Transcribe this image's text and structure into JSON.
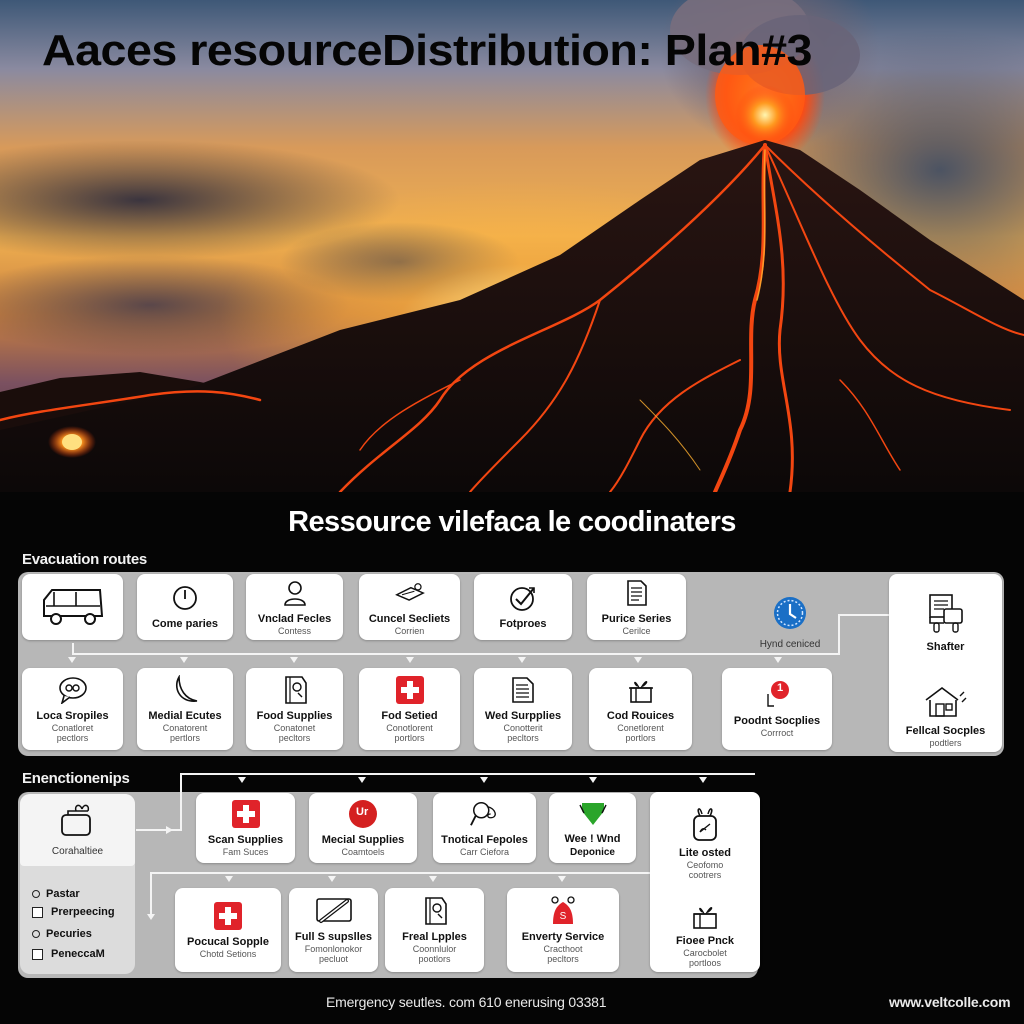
{
  "hero": {
    "title": "Aaces resourceDistribution: Plan#3",
    "image_subject": "erupting volcano at sunset with lava flows"
  },
  "main": {
    "heading": "Ressource vilefaca le coodinaters"
  },
  "evacuation": {
    "label": "Evacuation routes",
    "top_row": [
      {
        "icon": "van-icon",
        "title": "",
        "sub": ""
      },
      {
        "icon": "clock-outline-icon",
        "title": "Come paries",
        "sub": ""
      },
      {
        "icon": "person-icon",
        "title": "Vnclad Fecles",
        "sub": "Contess"
      },
      {
        "icon": "document-pen-icon",
        "title": "Cuncel Secliets",
        "sub": "Corrien"
      },
      {
        "icon": "check-circle-icon",
        "title": "Fotproes",
        "sub": ""
      },
      {
        "icon": "document-icon",
        "title": "Purice Series",
        "sub": "Cerilce"
      }
    ],
    "clock_node": {
      "icon": "blue-clock-icon",
      "label": "Hynd ceniced"
    },
    "bottom_row": [
      {
        "icon": "chat-bubble-icon",
        "title": "Loca Sropiles",
        "sub": "Conatloret",
        "sub2": "pectlors"
      },
      {
        "icon": "moon-icon",
        "title": "Medial Ecutes",
        "sub": "Conatorent",
        "sub2": "pertlors"
      },
      {
        "icon": "book-icon",
        "title": "Food Supplies",
        "sub": "Conatonet",
        "sub2": "pecltors"
      },
      {
        "icon": "red-cross-icon",
        "title": "Fod Setied",
        "sub": "Conotlorent",
        "sub2": "portlors"
      },
      {
        "icon": "document-icon",
        "title": "Wed Surpplies",
        "sub": "Conotterit",
        "sub2": "pecltors"
      },
      {
        "icon": "gift-icon",
        "title": "Cod Rouices",
        "sub": "Conetlorent",
        "sub2": "portlors"
      },
      {
        "icon": "alert-badge-icon",
        "title": "Poodnt Socplies",
        "sub": "Corrroct",
        "sub2": "",
        "badge": "1"
      }
    ],
    "side_card": {
      "top": {
        "icon": "truck-icon",
        "title": "Shafter"
      },
      "bottom": {
        "icon": "house-icon",
        "title": "Fellcal Socples",
        "sub": "podtlers"
      }
    }
  },
  "emergency": {
    "label": "Enenctionenips",
    "left_panel": {
      "icon": "bag-icon",
      "title": "Corahaltiee",
      "options": [
        {
          "type": "radio",
          "label": "Pastar"
        },
        {
          "type": "checkbox",
          "label": "Prerpeecing"
        },
        {
          "type": "radio",
          "label": "Pecuries"
        },
        {
          "type": "checkbox",
          "label": "PeneccaM"
        }
      ]
    },
    "top_row": [
      {
        "icon": "red-cross-icon",
        "title": "Scan Supplies",
        "sub": "Fam Suces"
      },
      {
        "icon": "red-circle-icon",
        "title": "Mecial Supplies",
        "sub": "Coamtoels",
        "glyph": "Ur"
      },
      {
        "icon": "magnifier-icon",
        "title": "Tnotical Fepoles",
        "sub": "Carr Ciefora"
      },
      {
        "icon": "green-shield-icon",
        "title": "Wee ! Wnd",
        "sub": "Deponice"
      }
    ],
    "bottom_row": [
      {
        "icon": "red-cross-icon",
        "title": "Pocucal Sopple",
        "sub": "Chotd Setions"
      },
      {
        "icon": "bandage-icon",
        "title": "Full S supslles",
        "sub": "Fomonlonokor",
        "sub2": "pecluot"
      },
      {
        "icon": "book-icon",
        "title": "Freal Lpples",
        "sub": "Coonnlulor",
        "sub2": "pootlors"
      },
      {
        "icon": "red-bell-icon",
        "title": "Enverty Service",
        "sub": "Cracthoot",
        "sub2": "pecltors"
      }
    ],
    "side_card": {
      "top": {
        "icon": "backpack-icon",
        "title": "Lite osted",
        "sub": "Ceofomo",
        "sub2": "cootrers"
      },
      "bottom": {
        "icon": "gift-icon",
        "title": "Fioee Pnck",
        "sub": "Carocbolet",
        "sub2": "portloos"
      }
    }
  },
  "footer": {
    "contact": "Emergency seutles. com 610 enerusing 03381",
    "url": "www.veltcolle.com"
  },
  "colors": {
    "background": "#050505",
    "panel": "#b7b7b7",
    "card": "#ffffff",
    "red_accent": "#e0232a",
    "blue_accent": "#1a6fc6",
    "green_accent": "#2aa52a",
    "lava": "#ff5a14"
  }
}
